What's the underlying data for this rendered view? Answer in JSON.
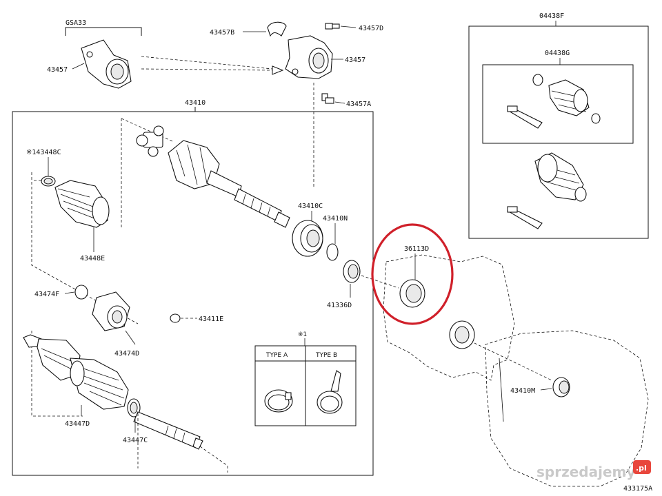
{
  "diagram": {
    "labels": {
      "gsa33": "GSA33",
      "p43457_left": "43457",
      "p43457b": "43457B",
      "p43457d": "43457D",
      "p43457": "43457",
      "p43457a": "43457A",
      "p43410": "43410",
      "p43448c": "※143448C",
      "p43448e": "43448E",
      "p43410c": "43410C",
      "p43410n": "43410N",
      "p41336d": "41336D",
      "p36113d": "36113D",
      "p43474f": "43474F",
      "p43411e": "43411E",
      "p43474d": "43474D",
      "p43447d": "43447D",
      "p43447c": "43447C",
      "p43410m": "43410M",
      "p04438f": "04438F",
      "p04438g": "04438G",
      "note_mark": "※1",
      "type_a": "TYPE A",
      "type_b": "TYPE B",
      "figure_code": "433175A"
    },
    "watermark": {
      "text": "sprzedajemy",
      "suffix": ".pl"
    },
    "colors": {
      "line": "#111111",
      "highlight": "#d0202a",
      "watermark": "#c9c9c9",
      "watermark_badge": "#e8463c"
    }
  }
}
